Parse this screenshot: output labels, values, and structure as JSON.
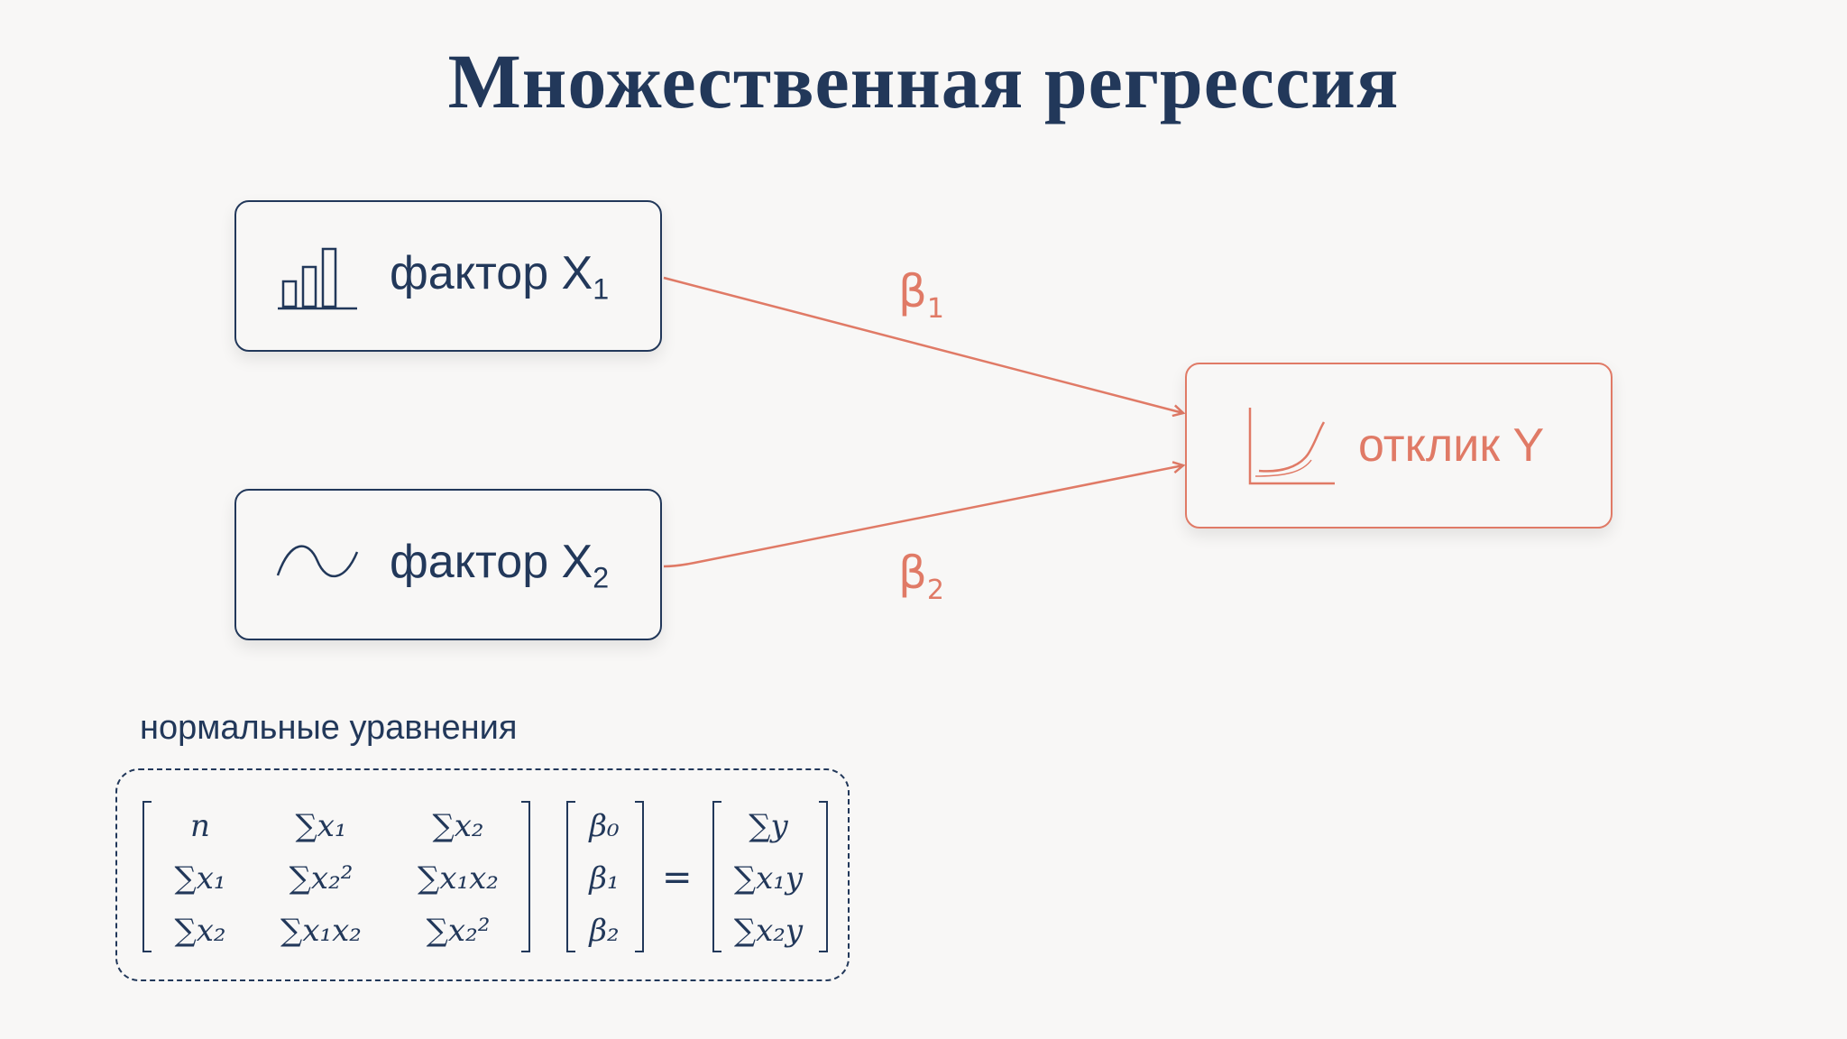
{
  "title": "Множественная регрессия",
  "nodes": {
    "x1": {
      "text": "фактор X",
      "sub": "1",
      "icon": "bar-chart-icon"
    },
    "x2": {
      "text": "фактор X",
      "sub": "2",
      "icon": "sine-wave-icon"
    },
    "y": {
      "text": "отклик Y",
      "icon": "growth-curve-icon"
    }
  },
  "edges": [
    {
      "from": "x1",
      "to": "y",
      "label": "β",
      "sub": "1"
    },
    {
      "from": "x2",
      "to": "y",
      "label": "β",
      "sub": "2"
    }
  ],
  "normal_equations": {
    "label": "нормальные уравнения",
    "matrix": [
      [
        "n",
        "∑x₁",
        "∑x₂"
      ],
      [
        "∑x₁",
        "∑x₂²",
        "∑x₁x₂"
      ],
      [
        "∑x₂",
        "∑x₁x₂",
        "∑x₂²"
      ]
    ],
    "coefficients": [
      "β₀",
      "β₁",
      "β₂"
    ],
    "equals": "=",
    "rhs": [
      "∑y",
      "∑x₁y",
      "∑x₂y"
    ]
  },
  "colors": {
    "primary": "#22385a",
    "accent": "#e07a66",
    "background": "#f8f7f6"
  }
}
